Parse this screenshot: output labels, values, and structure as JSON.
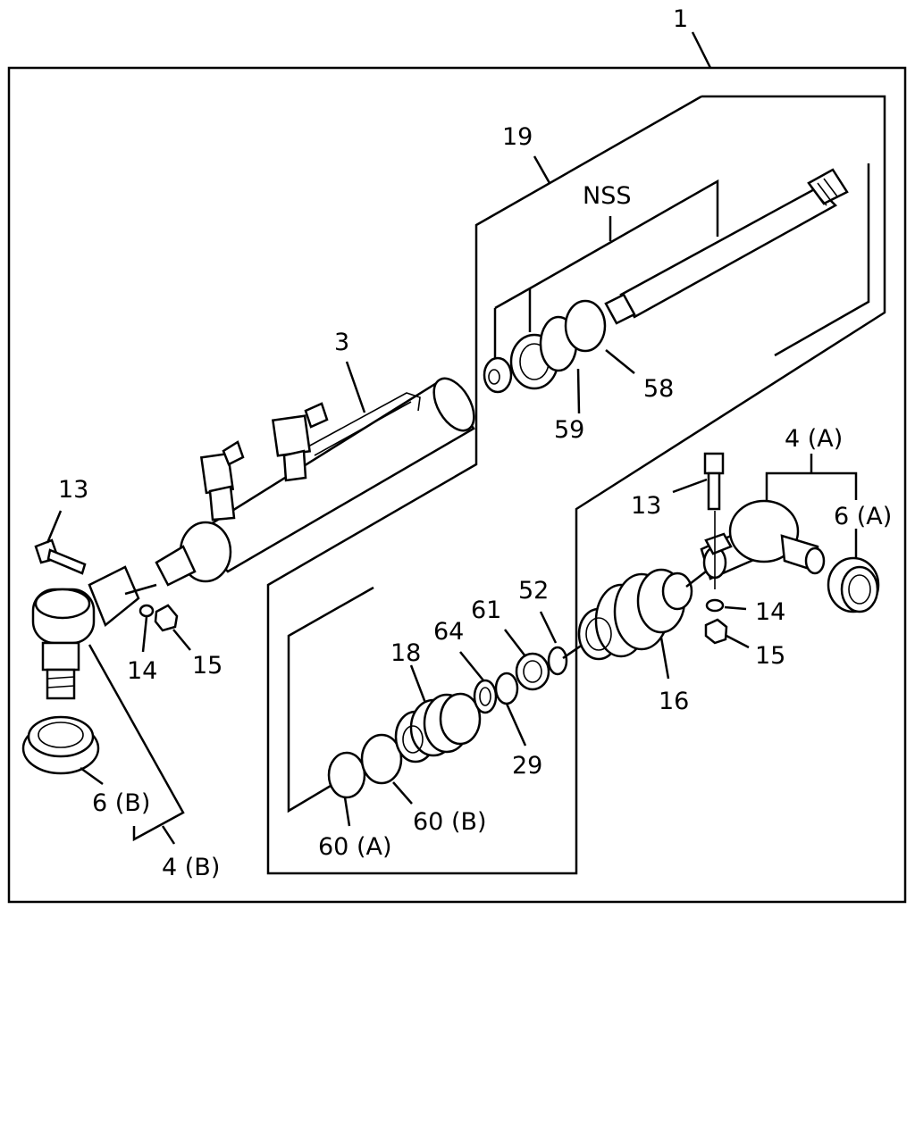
{
  "labels": {
    "assembly_1": "1",
    "cylinder_3": "3",
    "rod_19": "19",
    "nss": "NSS",
    "ring_58": "58",
    "ring_59": "59",
    "tie_rod_end_4a": "4 (A)",
    "bolt_13_right": "13",
    "seal_6a": "6 (A)",
    "washer_14_right": "14",
    "nut_15_right": "15",
    "boot_16": "16",
    "snap_ring_52": "52",
    "bushing_61": "61",
    "ring_64": "64",
    "boot_18": "18",
    "ring_29": "29",
    "ring_60b": "60 (B)",
    "ring_60a": "60 (A)",
    "bolt_13_left": "13",
    "washer_14_left": "14",
    "nut_15_left": "15",
    "seal_6b": "6 (B)",
    "tie_rod_end_4b": "4 (B)"
  }
}
